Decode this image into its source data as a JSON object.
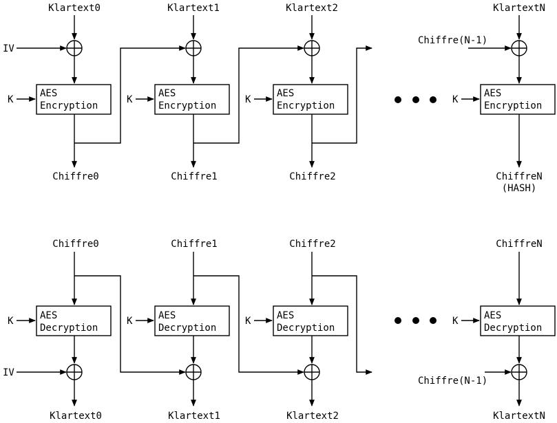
{
  "enc": {
    "plaintexts": [
      "Klartext0",
      "Klartext1",
      "Klartext2",
      "KlartextN"
    ],
    "ciphers": [
      "Chiffre0",
      "Chiffre1",
      "Chiffre2",
      "ChiffreN"
    ],
    "hash_label": "(HASH)",
    "prev_cipher": "Chiffre(N-1)",
    "iv": "IV",
    "key": "K",
    "box_line1": "AES",
    "box_line2": "Encryption"
  },
  "dec": {
    "ciphers": [
      "Chiffre0",
      "Chiffre1",
      "Chiffre2",
      "ChiffreN"
    ],
    "plaintexts": [
      "Klartext0",
      "Klartext1",
      "Klartext2",
      "KlartextN"
    ],
    "prev_cipher": "Chiffre(N-1)",
    "iv": "IV",
    "key": "K",
    "box_line1": "AES",
    "box_line2": "Decryption"
  }
}
